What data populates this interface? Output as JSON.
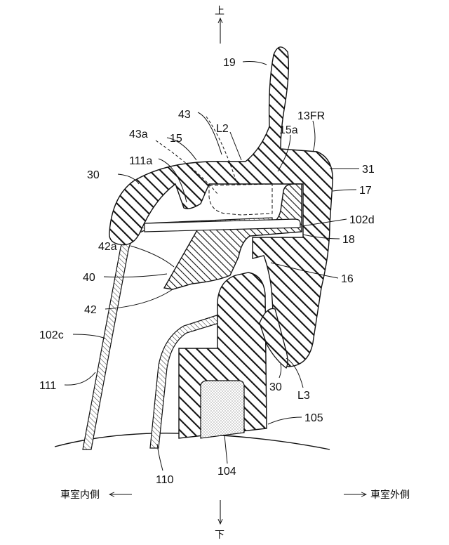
{
  "directions": {
    "up": "上",
    "down": "下",
    "inside": "車室内側",
    "outside": "車室外側"
  },
  "labels": {
    "l19": "19",
    "l43": "43",
    "l43a": "43a",
    "lL2": "L2",
    "l15": "15",
    "l15a": "15a",
    "l13FR": "13FR",
    "l111a": "111a",
    "l30top": "30",
    "l31": "31",
    "l17": "17",
    "l102d": "102d",
    "l18": "18",
    "l42a": "42a",
    "l40": "40",
    "l16": "16",
    "l42": "42",
    "l102c": "102c",
    "l111": "111",
    "l30bottom": "30",
    "lL3": "L3",
    "l105": "105",
    "l110": "110",
    "l104": "104"
  },
  "colors": {
    "ink": "#111111",
    "background": "#ffffff"
  }
}
